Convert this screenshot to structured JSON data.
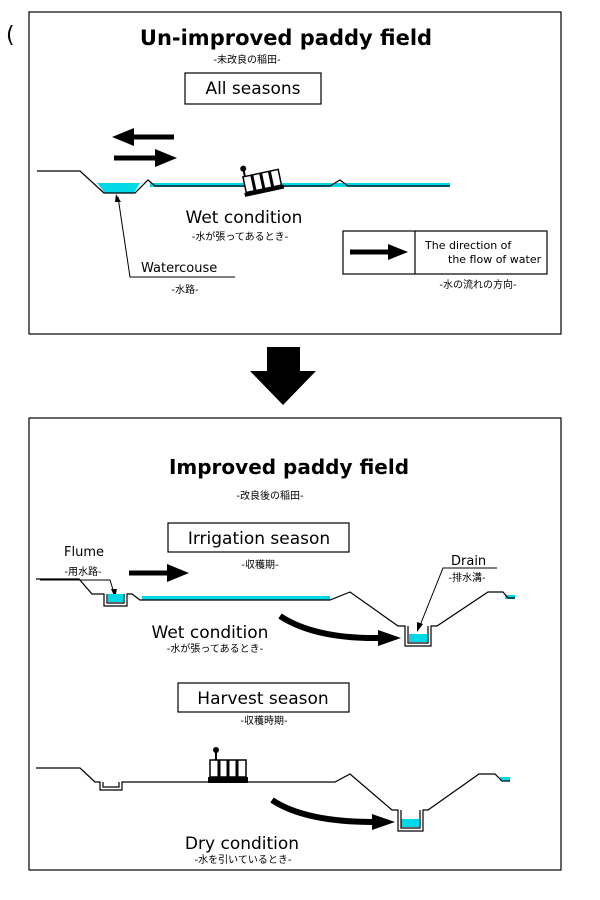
{
  "top_panel": {
    "title": "Un-improved paddy field",
    "title_jp": "-未改良の稲田-",
    "season_box": "All seasons",
    "condition": "Wet condition",
    "condition_jp": "-水が張ってあるとき-",
    "watercourse_label": "Watercouse",
    "watercourse_jp": "-水路-",
    "legend_line1": "The direction of",
    "legend_line2": "the flow of water",
    "legend_jp": "-水の流れの方向-"
  },
  "bottom_panel": {
    "title": "Improved paddy field",
    "title_jp": "-改良後の稲田-",
    "irrigation_box": "Irrigation season",
    "irrigation_jp": "-収穫期-",
    "flume_label": "Flume",
    "flume_jp": "-用水路-",
    "drain_label": "Drain",
    "drain_jp": "-排水溝-",
    "wet_condition": "Wet condition",
    "wet_condition_jp": "-水が張ってあるとき-",
    "harvest_box": "Harvest season",
    "harvest_jp": "-収穫時期-",
    "dry_condition": "Dry condition",
    "dry_condition_jp": "-水を引いているとき-"
  },
  "stray_mark": "(",
  "colors": {
    "water": "#00d8e8",
    "ink": "#000000",
    "background": "#ffffff"
  }
}
